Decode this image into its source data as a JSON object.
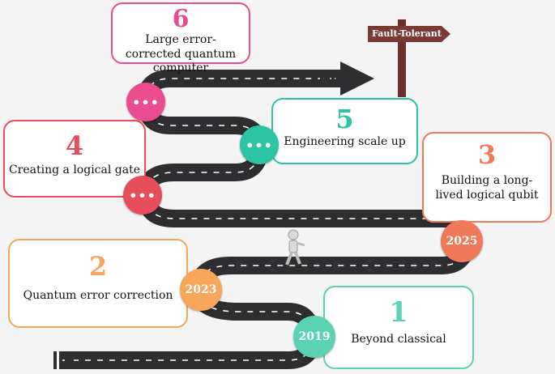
{
  "milestones": [
    {
      "number": "1",
      "label": "Beyond classical",
      "year": "2019",
      "color": "#5bd3b3"
    },
    {
      "number": "2",
      "label": "Quantum error correction",
      "year": "2023",
      "color": "#f7a65a"
    },
    {
      "number": "3",
      "label": "Building a long-lived logical qubit",
      "year": "2025",
      "color": "#ee7a5a"
    },
    {
      "number": "4",
      "label": "Creating a logical gate",
      "year": "",
      "color": "#e84d5b"
    },
    {
      "number": "5",
      "label": "Engineering scale up",
      "year": "",
      "color": "#2cc4a5"
    },
    {
      "number": "6",
      "label": "Large error-corrected quantum computer",
      "year": "",
      "color": "#e94d8f"
    }
  ],
  "ellipsis": "•••",
  "sign": {
    "label": "Fault-Tolerant"
  }
}
